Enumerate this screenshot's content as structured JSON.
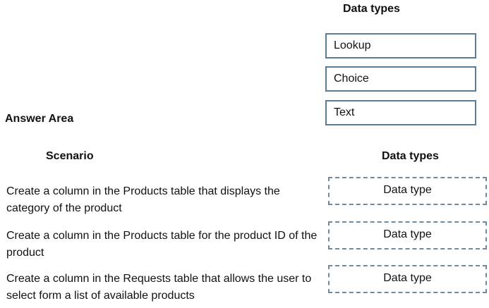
{
  "source_panel": {
    "title": "Data types",
    "options": [
      {
        "label": "Lookup"
      },
      {
        "label": "Choice"
      },
      {
        "label": "Text"
      }
    ]
  },
  "answer_area": {
    "title": "Answer Area",
    "scenario_header": "Scenario",
    "data_types_header": "Data types",
    "rows": [
      {
        "scenario": "Create a column in the Products table that displays the category of the product",
        "target": "Data type"
      },
      {
        "scenario": "Create a column in the Products table for the product ID of the product",
        "target": "Data type"
      },
      {
        "scenario": "Create a column in the Requests table that allows the user to select form a list of available products",
        "target": "Data type"
      }
    ]
  },
  "colors": {
    "source_border": "#5b7c94",
    "target_border": "#6d8aa0"
  }
}
